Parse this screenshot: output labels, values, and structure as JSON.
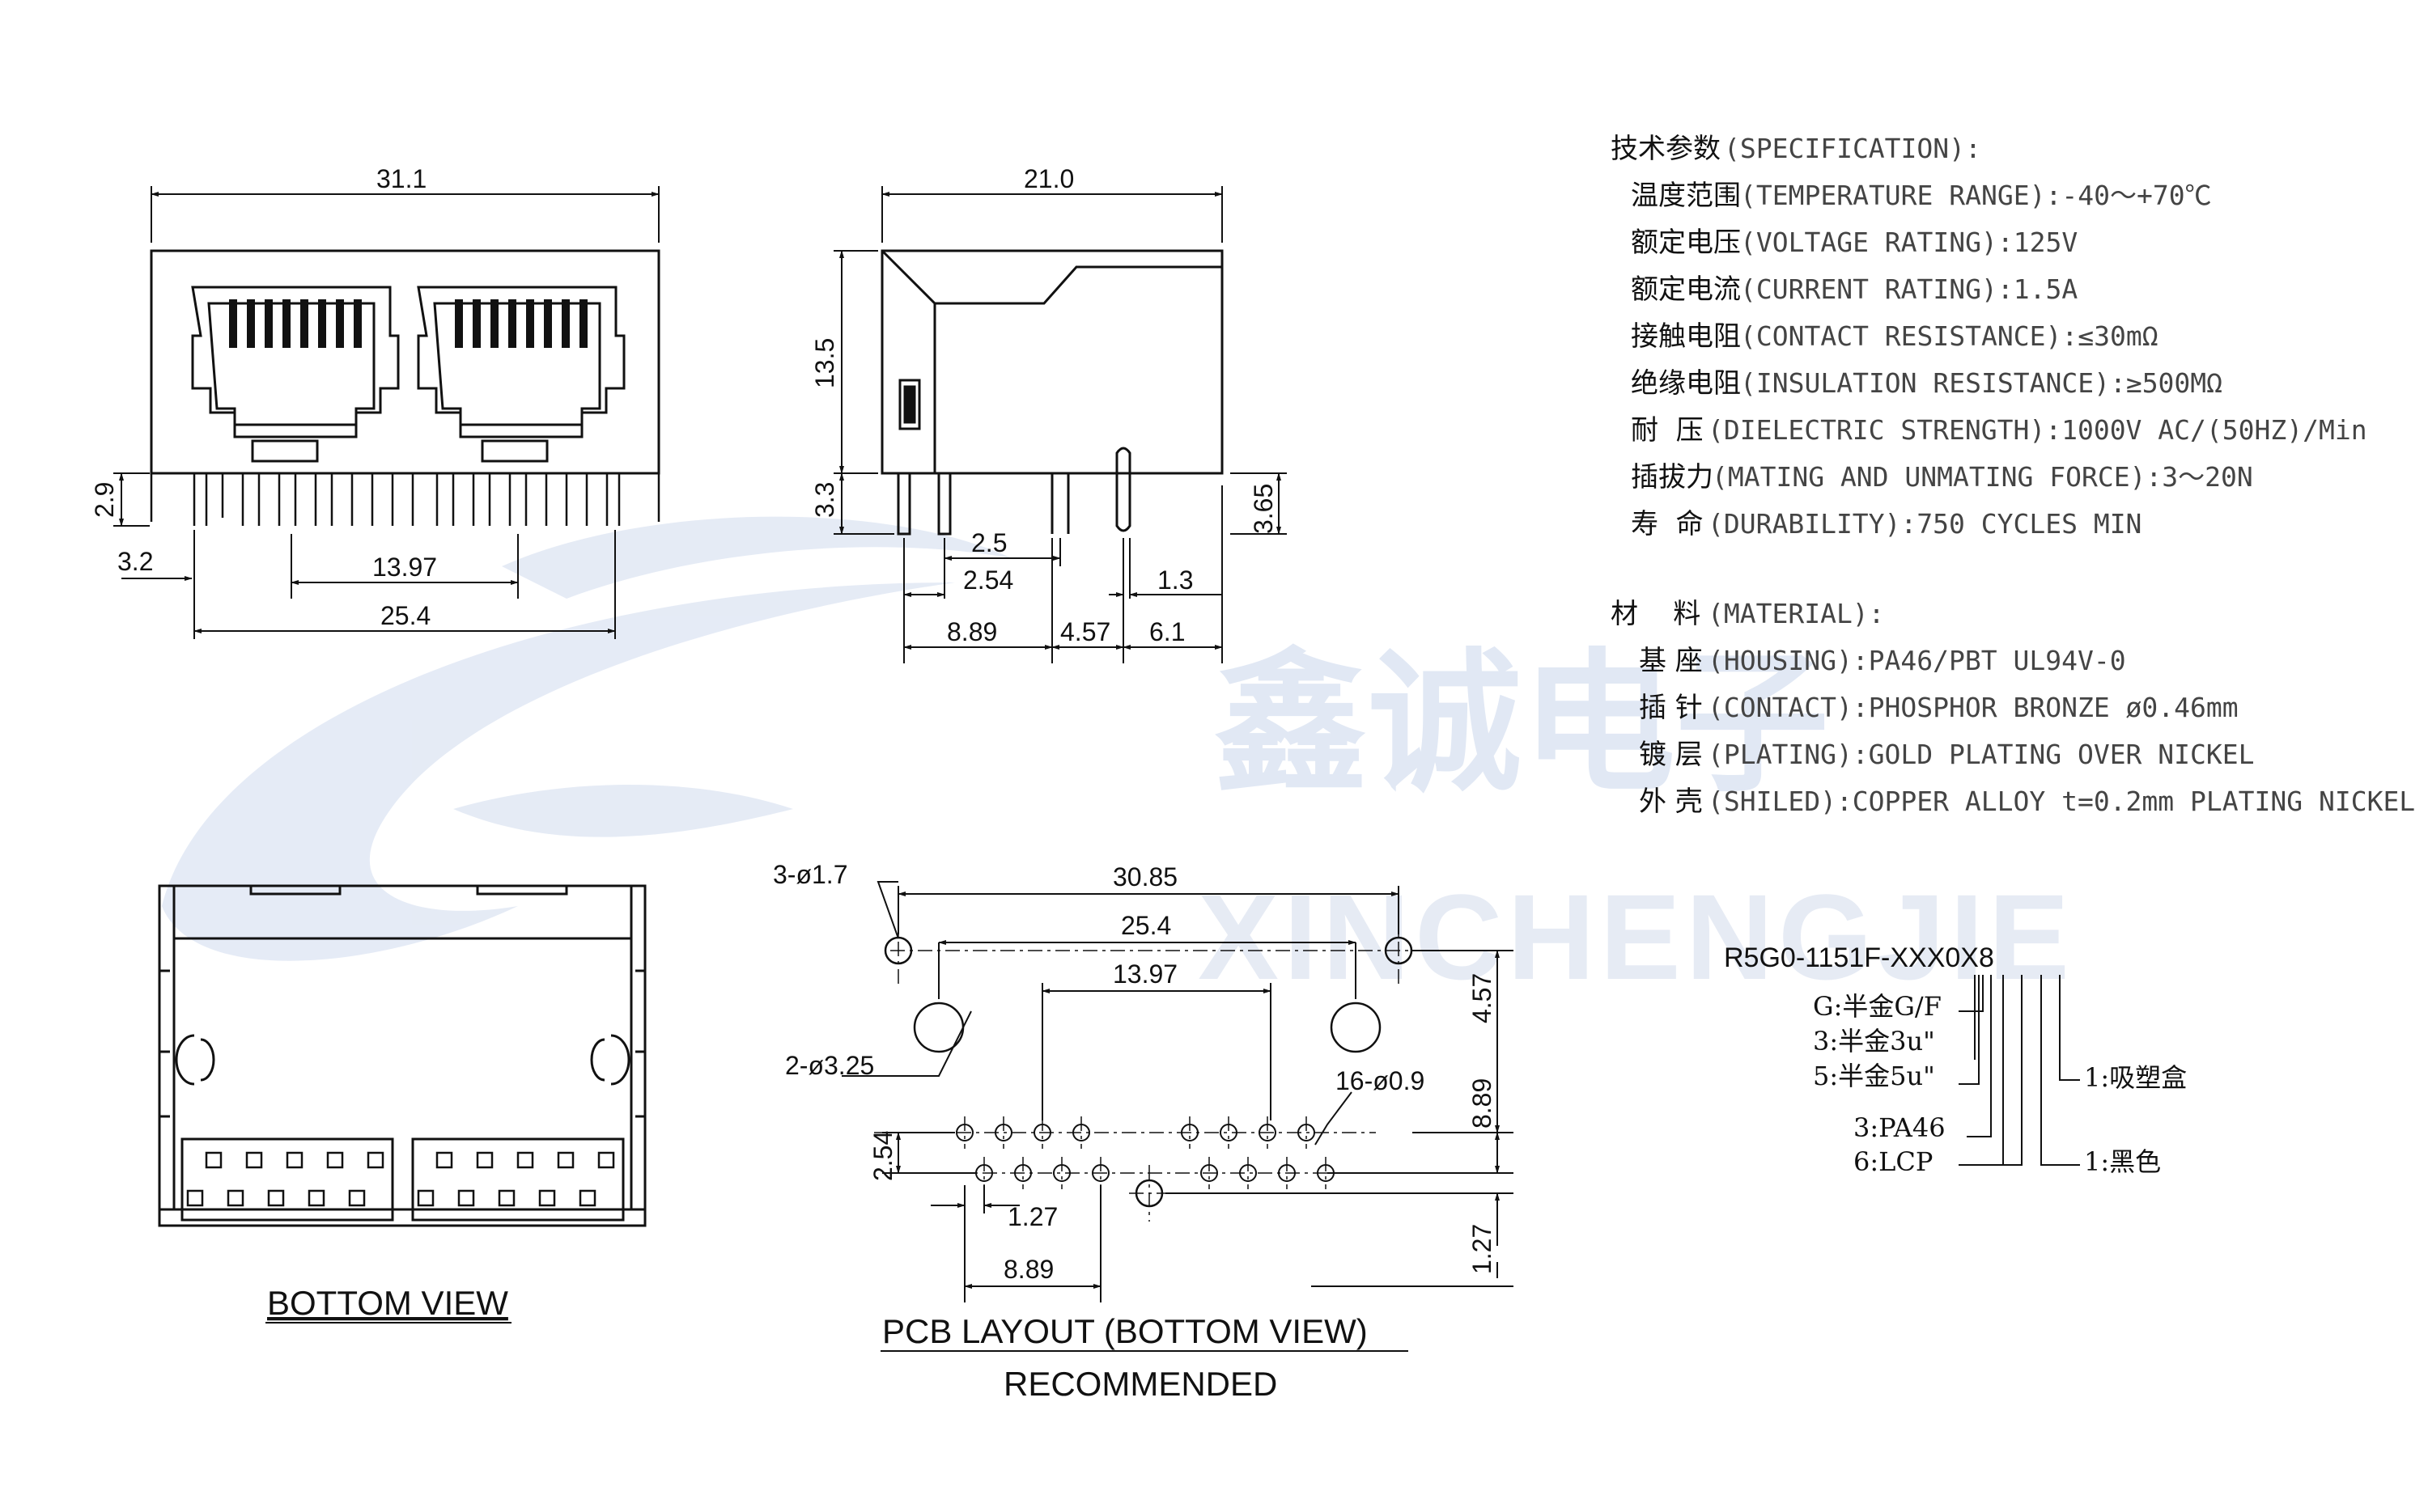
{
  "watermark": {
    "chinese": "鑫诚电子",
    "latin": "XINCHENGJIE"
  },
  "front_view": {
    "dims": {
      "width": "31.1",
      "height_2_9": "2.9",
      "offset_3_2": "3.2",
      "pitch_13_97": "13.97",
      "span_25_4": "25.4"
    }
  },
  "side_view": {
    "dims": {
      "width_21_0": "21.0",
      "height_13_5": "13.5",
      "leg_3_3": "3.3",
      "leg_3_65": "3.65",
      "d_2_5": "2.5",
      "d_2_54": "2.54",
      "d_1_3": "1.3",
      "d_8_89": "8.89",
      "d_4_57": "4.57",
      "d_6_1": "6.1"
    }
  },
  "bottom_view": {
    "label": "BOTTOM VIEW"
  },
  "pcb_layout": {
    "label": "PCB LAYOUT (BOTTOM VIEW)",
    "sublabel": "RECOMMENDED",
    "dims": {
      "holes_3": "3-ø1.7",
      "holes_2": "2-ø3.25",
      "holes_16": "16-ø0.9",
      "w_30_85": "30.85",
      "w_25_4": "25.4",
      "w_13_97": "13.97",
      "v_4_57": "4.57",
      "v_8_89": "8.89",
      "v_1_27": "1.27",
      "v_2_54": "2.54",
      "h_1_27": "1.27",
      "h_8_89": "8.89"
    }
  },
  "spec": {
    "title_cn": "技术参数",
    "title_en": "(SPECIFICATION):",
    "rows": [
      {
        "cn": "温度范围",
        "en": "(TEMPERATURE RANGE):-40～+70℃"
      },
      {
        "cn": "额定电压",
        "en": "(VOLTAGE RATING):125V"
      },
      {
        "cn": "额定电流",
        "en": "(CURRENT RATING):1.5A"
      },
      {
        "cn": "接触电阻",
        "en": "(CONTACT RESISTANCE):≤30mΩ"
      },
      {
        "cn": "绝缘电阻",
        "en": "(INSULATION RESISTANCE):≥500MΩ"
      },
      {
        "cn": "耐  压",
        "en": "(DIELECTRIC STRENGTH):1000V AC/(50HZ)/Min"
      },
      {
        "cn": "插拔力",
        "en": "(MATING AND UNMATING FORCE):3～20N"
      },
      {
        "cn": "寿  命",
        "en": "(DURABILITY):750 CYCLES MIN"
      }
    ]
  },
  "material": {
    "title_cn": "材    料",
    "title_en": "(MATERIAL):",
    "rows": [
      {
        "cn": "基 座",
        "en": "(HOUSING):PA46/PBT UL94V-0"
      },
      {
        "cn": "插 针",
        "en": "(CONTACT):PHOSPHOR BRONZE ø0.46mm"
      },
      {
        "cn": "镀 层",
        "en": "(PLATING):GOLD PLATING OVER NICKEL"
      },
      {
        "cn": "外 壳",
        "en": "(SHILED):COPPER ALLOY t=0.2mm PLATING NICKEL"
      }
    ]
  },
  "part_number": {
    "code": "R5G0-1151F-XXX0X8",
    "options_left": [
      "G:半金G/F",
      "3:半金3u\"",
      "5:半金5u\""
    ],
    "options_mid": [
      "3:PA46",
      "6:LCP"
    ],
    "option_right_top": "1:吸塑盒",
    "option_right_bottom": "1:黑色"
  }
}
